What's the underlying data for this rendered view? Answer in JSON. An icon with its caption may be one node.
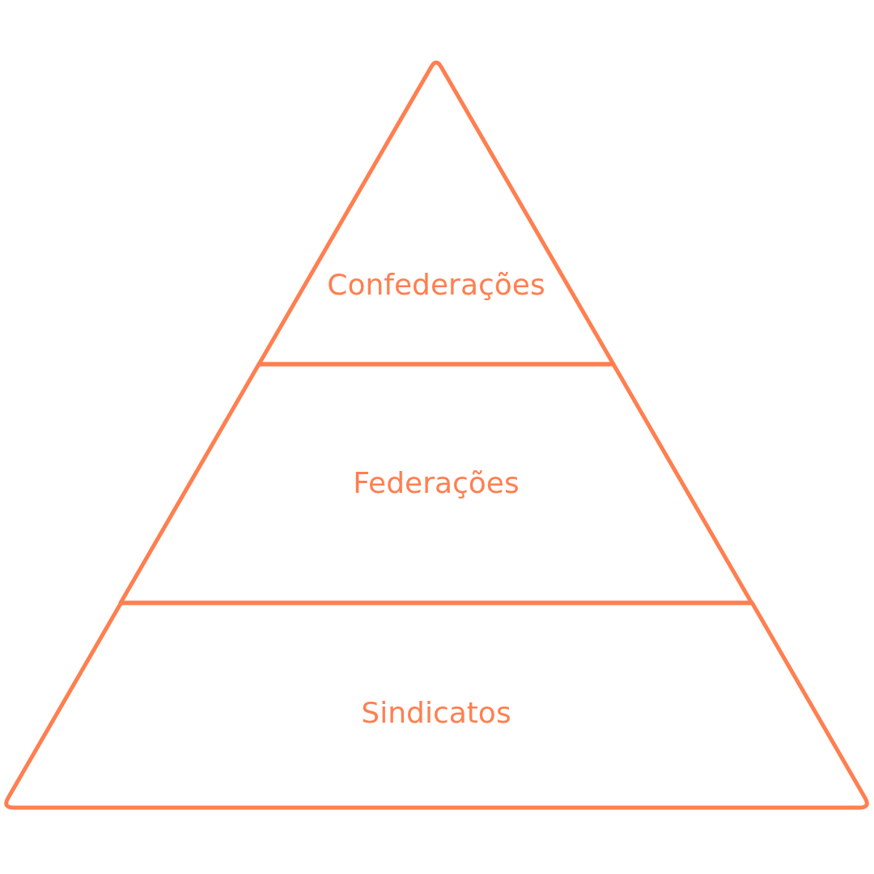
{
  "diagram": {
    "nodes": [
      {
        "text": [
          "Confederações"
        ]
      },
      {
        "text": [
          "Federações"
        ]
      },
      {
        "text": [
          "Sindicatos"
        ]
      }
    ]
  }
}
